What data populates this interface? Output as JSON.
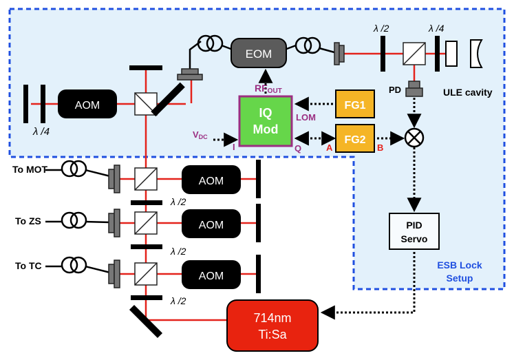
{
  "regions": {
    "ule_cavity": "ULE cavity",
    "esb_lock_line1": "ESB Lock",
    "esb_lock_line2": "Setup"
  },
  "blocks": {
    "eom": "EOM",
    "aom": "AOM",
    "iq_line1": "IQ",
    "iq_line2": "Mod",
    "fg1": "FG1",
    "fg2": "FG2",
    "pid_line1": "PID",
    "pid_line2": "Servo",
    "laser_line1": "714nm",
    "laser_line2": "Ti:Sa"
  },
  "ports": {
    "rf": "RF",
    "rf_sub": "OUT",
    "lo": "LO",
    "lo_m": "M",
    "i": "I",
    "q": "Q",
    "vdc": "V",
    "vdc_sub": "DC",
    "a": "A",
    "b": "B",
    "pd": "PD"
  },
  "waveplates": {
    "half": "λ /2",
    "quarter": "λ /4"
  },
  "outputs": {
    "mot": "To MOT",
    "zs": "To ZS",
    "tc": "To TC"
  },
  "colors": {
    "beam": "#e4221b",
    "dashed_border": "#1f4fe0",
    "region_fill": "#e3f1fb",
    "iq_fill": "#66d64a",
    "iq_border": "#9b2f82",
    "fg_fill": "#f5b526",
    "laser_fill": "#e8230f",
    "eom_fill": "#5b5b5b",
    "port_label": "#9b2f82",
    "ab_label": "#e4221b"
  }
}
